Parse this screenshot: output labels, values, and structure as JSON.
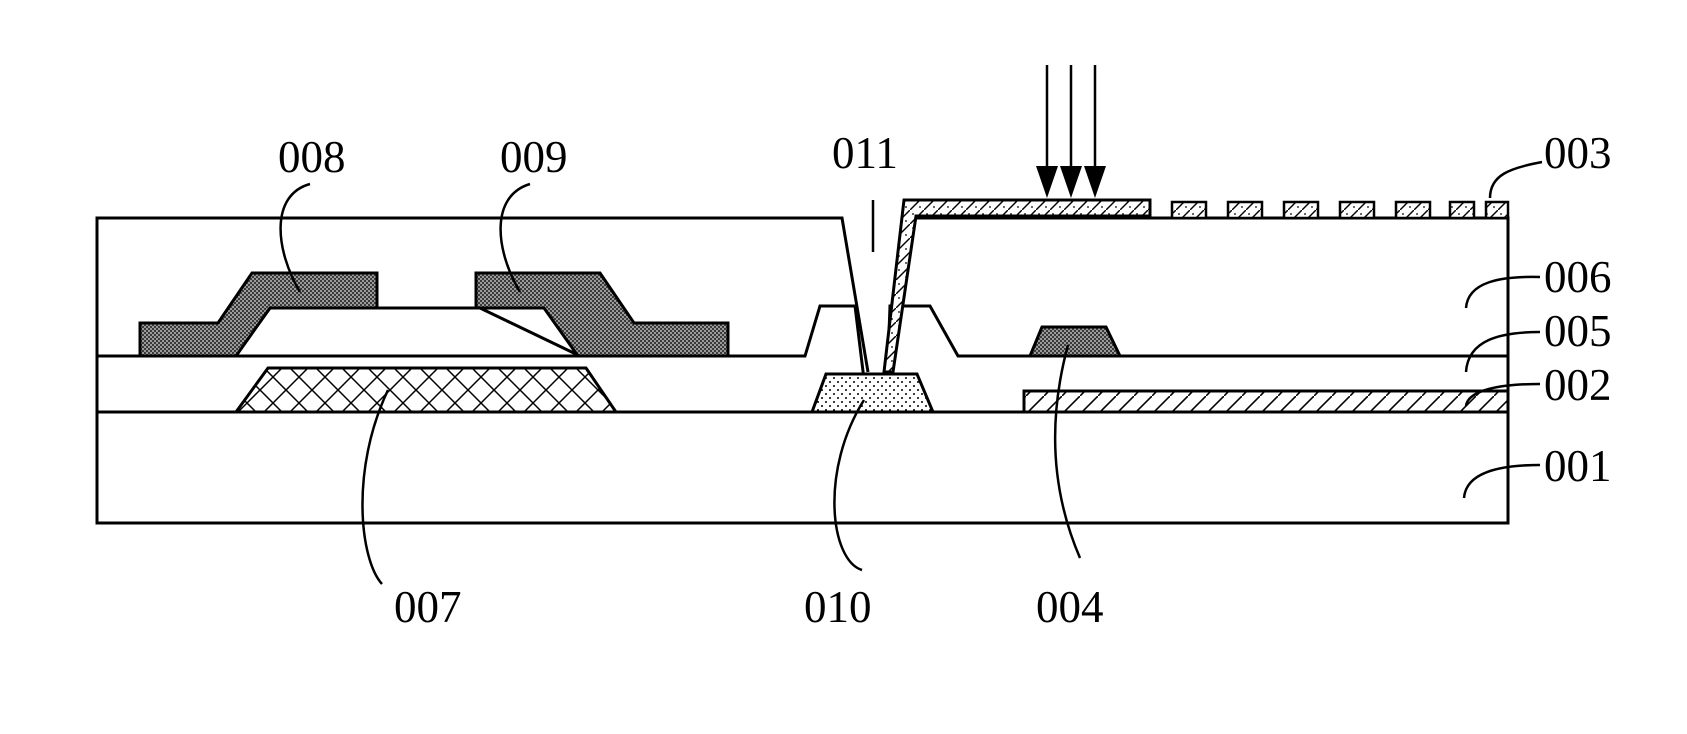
{
  "labels": {
    "l001": "001",
    "l002": "002",
    "l003": "003",
    "l004": "004",
    "l005": "005",
    "l006": "006",
    "l007": "007",
    "l008": "008",
    "l009": "009",
    "l010": "010",
    "l011": "011"
  },
  "colors": {
    "line": "#000000",
    "background": "#ffffff",
    "electrode_fill": "#8c8c8c"
  }
}
